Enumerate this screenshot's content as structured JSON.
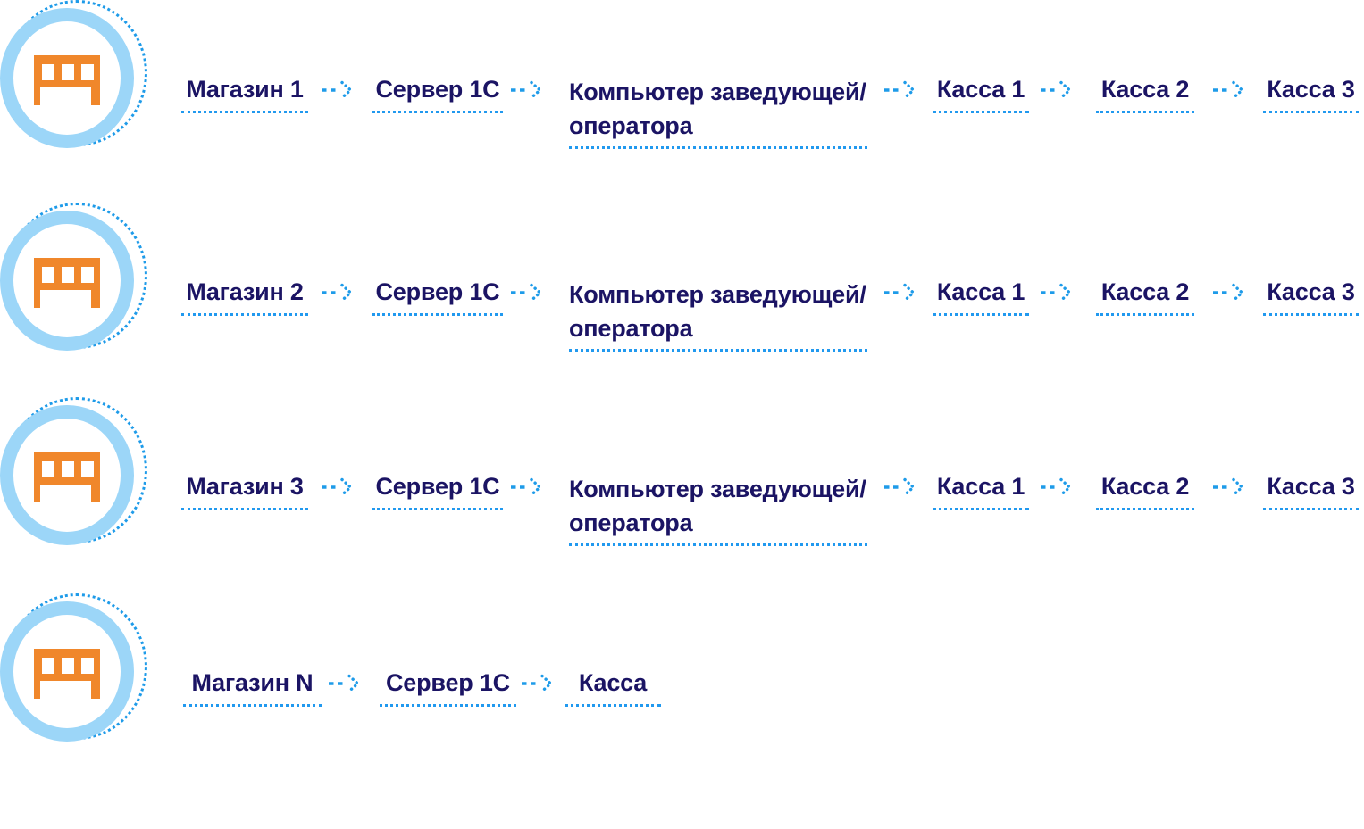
{
  "diagram": {
    "title": "",
    "rows": [
      {
        "nodes": [
          "Магазин 1",
          "Сервер 1С",
          "Компьютер заведующей/оператора",
          "Касса 1",
          "Касса 2",
          "Касса 3"
        ]
      },
      {
        "nodes": [
          "Магазин 2",
          "Сервер 1С",
          "Компьютер заведующей/оператора",
          "Касса 1",
          "Касса 2",
          "Касса 3"
        ]
      },
      {
        "nodes": [
          "Магазин 3",
          "Сервер 1С",
          "Компьютер заведующей/оператора",
          "Касса 1",
          "Касса 2",
          "Касса 3"
        ]
      },
      {
        "nodes": [
          "Магазин N",
          "Сервер 1С",
          "Касса"
        ]
      }
    ],
    "icons": {
      "badge": "store-icon",
      "connector": "dotted-arrow-icon"
    },
    "colors": {
      "label_navy": "#1B1464",
      "arrow_blue": "#1E9BE9",
      "underline_blue": "#2199EF",
      "ring_light_blue": "#9CD6F8",
      "store_orange": "#F0872B",
      "background": "#FFFFFF"
    }
  }
}
